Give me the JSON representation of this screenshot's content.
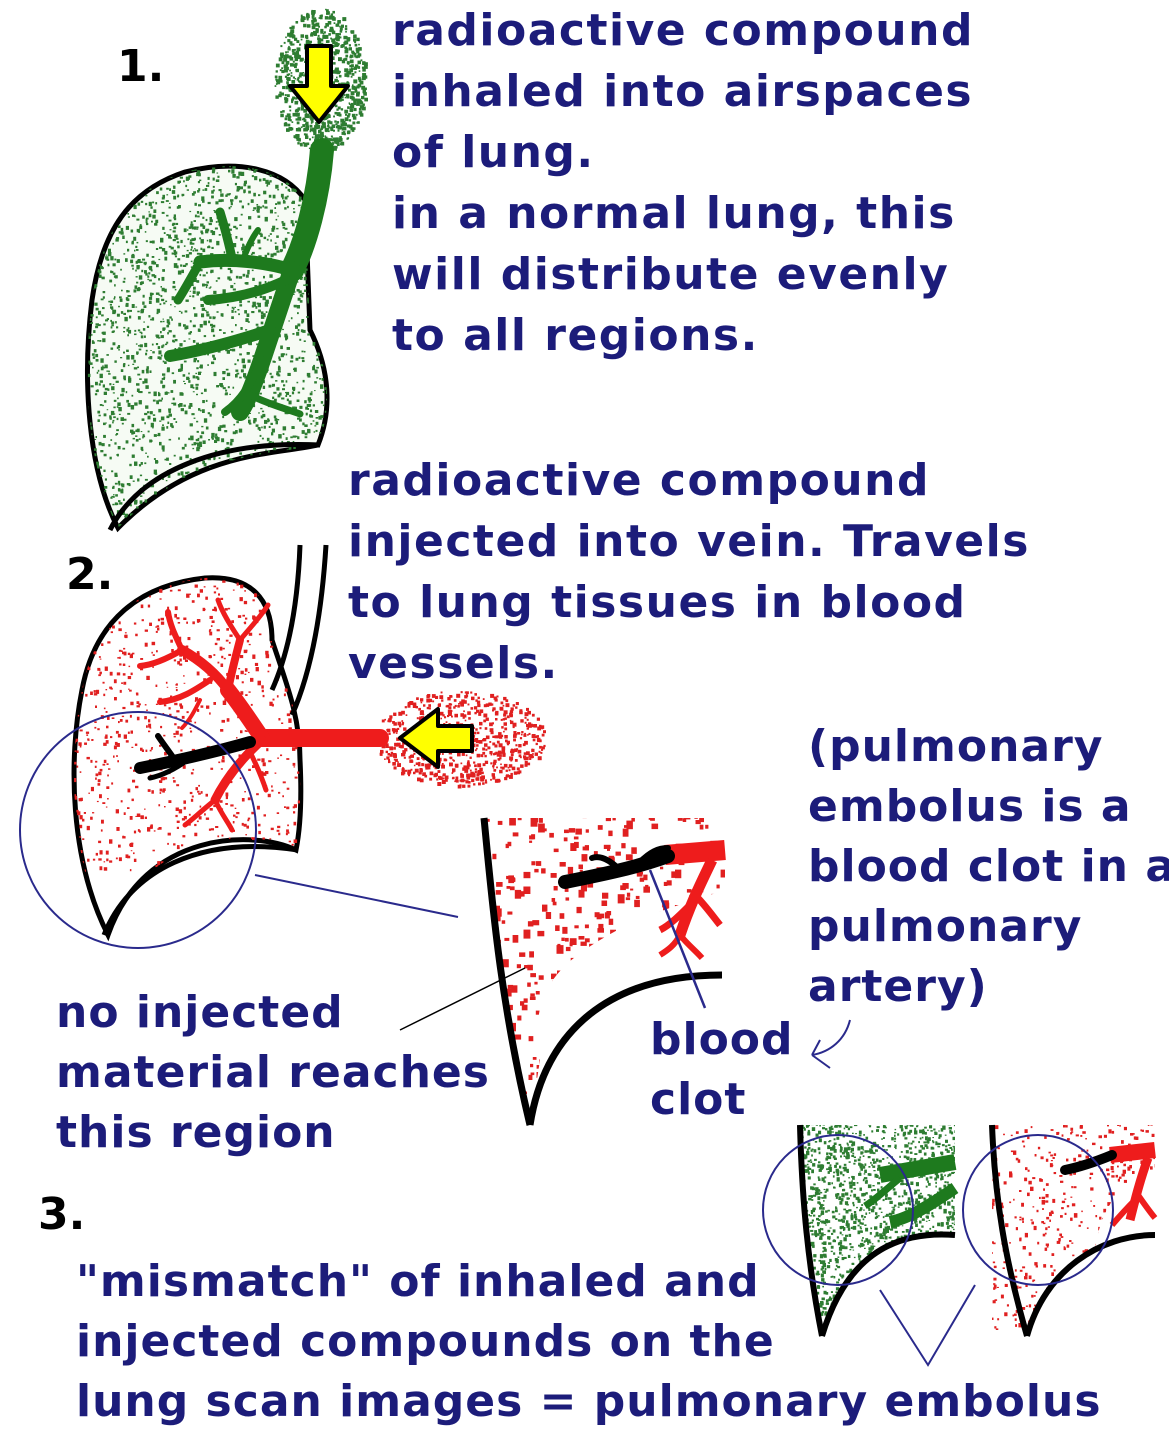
{
  "colors": {
    "text": "#1c1c7a",
    "inhaled_speckle": "#2e7d32",
    "airway": "#1e7a1e",
    "injected_speckle": "#e02020",
    "vessel": "#ee1c1c",
    "arrow": "#ffff00",
    "circle": "#2a2a8c",
    "outline": "#000000",
    "clot": "#000000"
  },
  "step1": {
    "number": "1.",
    "lines": [
      "radioactive compound",
      "inhaled into airspaces",
      "of lung.",
      "in a normal lung, this",
      "will distribute evenly",
      "to all regions."
    ]
  },
  "step2": {
    "number": "2.",
    "lines": [
      "radioactive compound",
      "injected into vein. Travels",
      "to lung tissues in blood",
      "vessels."
    ]
  },
  "pe_note": {
    "lines": [
      "(pulmonary",
      "embolus is a",
      "blood clot in a",
      "pulmonary",
      "artery)"
    ]
  },
  "no_injected": {
    "lines": [
      "no injected",
      "material reaches",
      "this region"
    ]
  },
  "clot_label": {
    "lines": [
      "blood",
      "clot"
    ]
  },
  "step3": {
    "number": "3.",
    "lines": [
      "\"mismatch\" of inhaled and",
      "injected compounds on the",
      "lung scan images = pulmonary embolus"
    ]
  }
}
